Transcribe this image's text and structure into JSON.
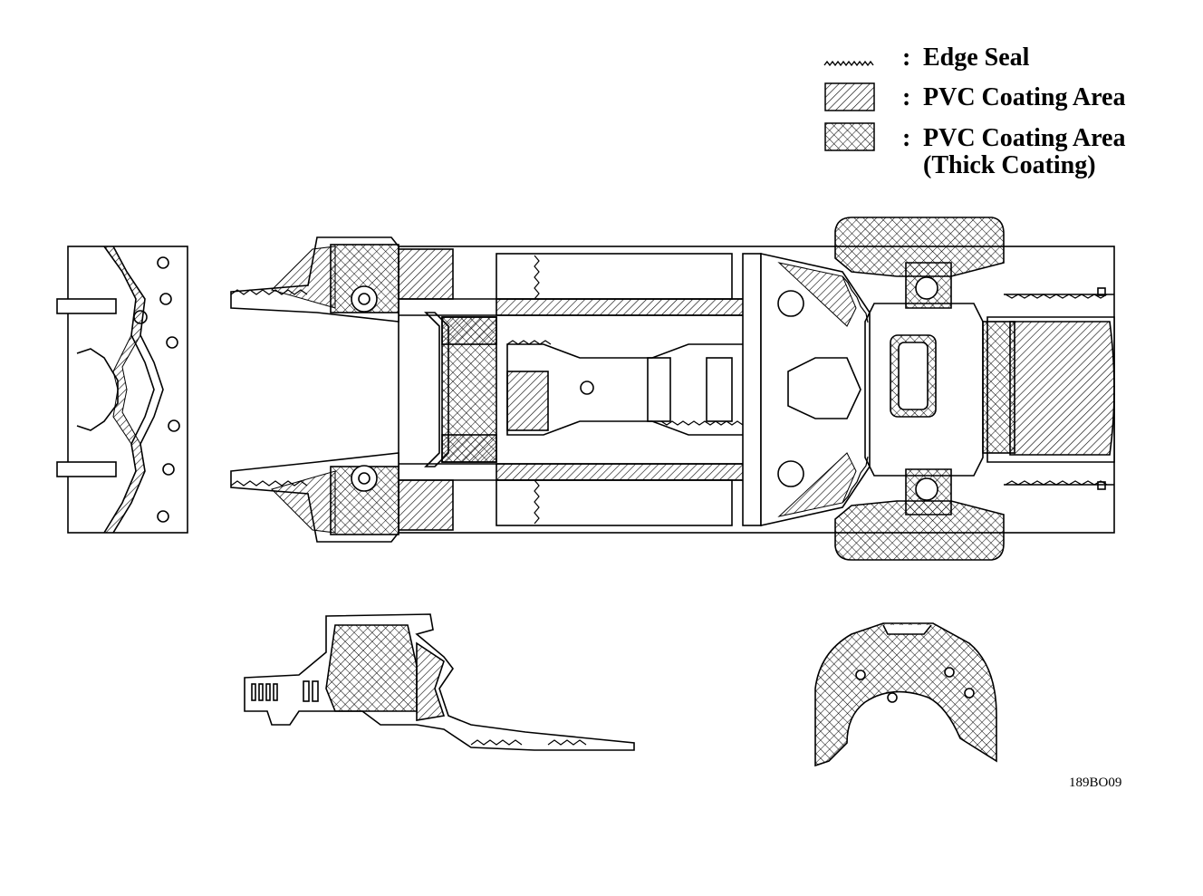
{
  "legend": {
    "items": [
      {
        "symbol": "edge-seal",
        "label": "Edge Seal"
      },
      {
        "symbol": "hatched",
        "label": "PVC Coating Area"
      },
      {
        "symbol": "crosshatched",
        "label": "PVC Coating Area",
        "sublabel": "(Thick Coating)"
      }
    ],
    "separator": ":"
  },
  "figure_code": "189BO09",
  "colors": {
    "ink": "#000000",
    "paper": "#ffffff"
  }
}
